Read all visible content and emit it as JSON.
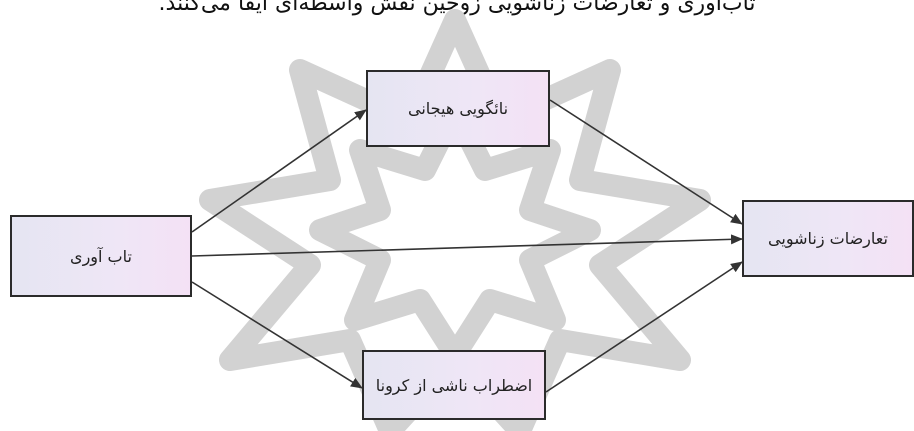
{
  "caption": "تاب‌آوری و تعارضات زناشویی زوجین نقش واسطه‌ای ایفا می‌کنند.",
  "nodes": {
    "resilience": "تاب آوری",
    "emotional_dysregulation": "نائگویی هیجانی",
    "marital_conflict": "تعارضات زناشویی",
    "corona_anxiety": "اضطراب ناشی از کرونا"
  },
  "colors": {
    "box_border": "#2b2b2b",
    "box_fill_left": "#e5e5f2",
    "box_fill_right": "#f4e1f5",
    "arrow": "#333333",
    "watermark": "#cfcfcf"
  }
}
